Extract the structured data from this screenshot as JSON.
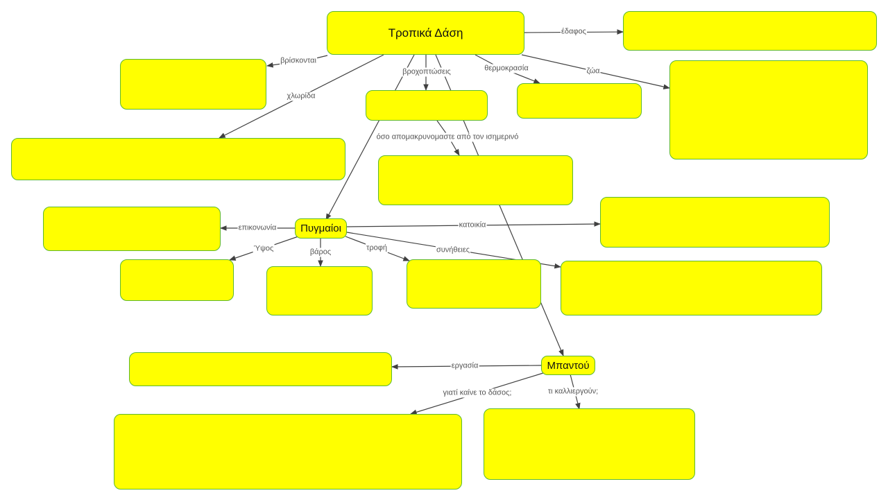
{
  "colors": {
    "node_fill": "#ffff00",
    "node_border": "#5cb82e",
    "edge": "#404040"
  },
  "nodes": {
    "root": {
      "label": "Τροπικά Δάση"
    },
    "pygmies": {
      "label": "Πυγμαίοι"
    },
    "bantu": {
      "label": "Μπαντού"
    }
  },
  "edge_labels": {
    "soil": "έδαφος",
    "found": "βρίσκονται",
    "flora": "χλωρίδα",
    "rainfall": "βροχοπτώσεις",
    "temperature": "θερμοκρασία",
    "fauna": "ζώα",
    "equator": "όσο απομακρυνομαστε από τον ισημερινό",
    "communication": "επικονωνία",
    "housing": "κατοικία",
    "height": "Ύψος",
    "weight": "βάρος",
    "food": "τροφή",
    "habits": "συνήθειες",
    "work": "εργασία",
    "burn": "γιατί καίνε το δάσος;",
    "crops": "τι καλλιεργούν;"
  }
}
